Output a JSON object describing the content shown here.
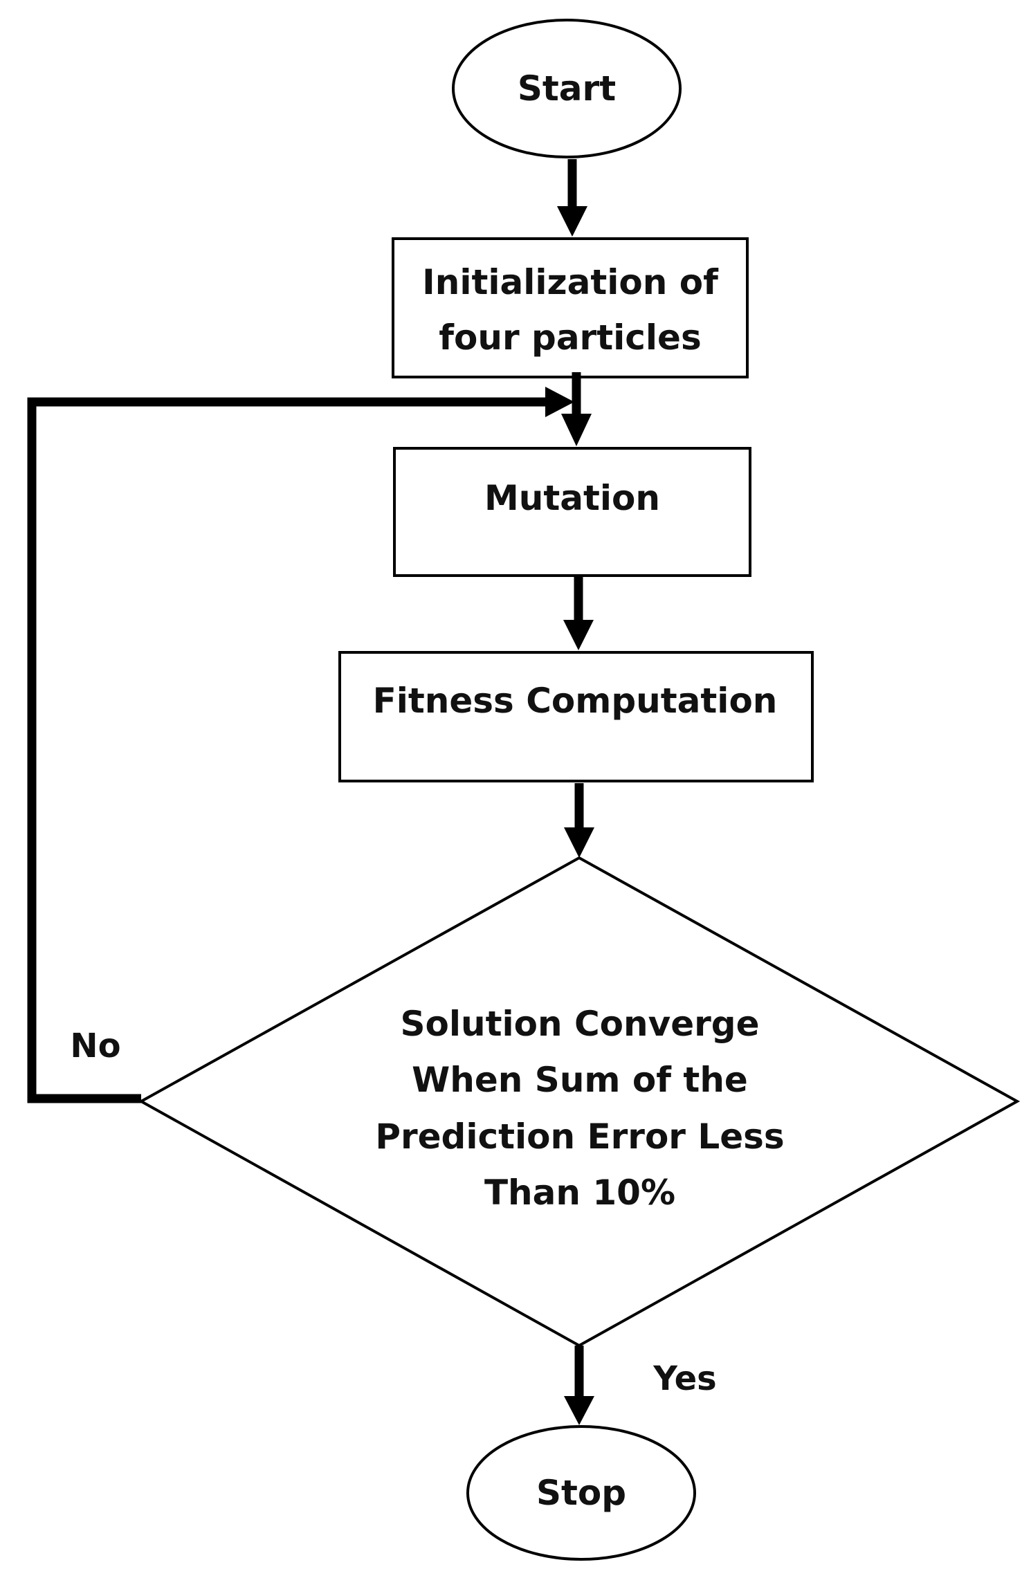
{
  "nodes": {
    "start": {
      "label": "Start"
    },
    "init": {
      "lines": [
        "Initialization of",
        "four particles"
      ]
    },
    "mutation": {
      "label": "Mutation"
    },
    "fitness": {
      "label": "Fitness Computation"
    },
    "decision": {
      "lines": [
        "Solution Converge",
        "When Sum of the",
        "Prediction Error Less",
        "Than 10%"
      ]
    },
    "stop": {
      "label": "Stop"
    }
  },
  "branches": {
    "no": "No",
    "yes": "Yes"
  }
}
